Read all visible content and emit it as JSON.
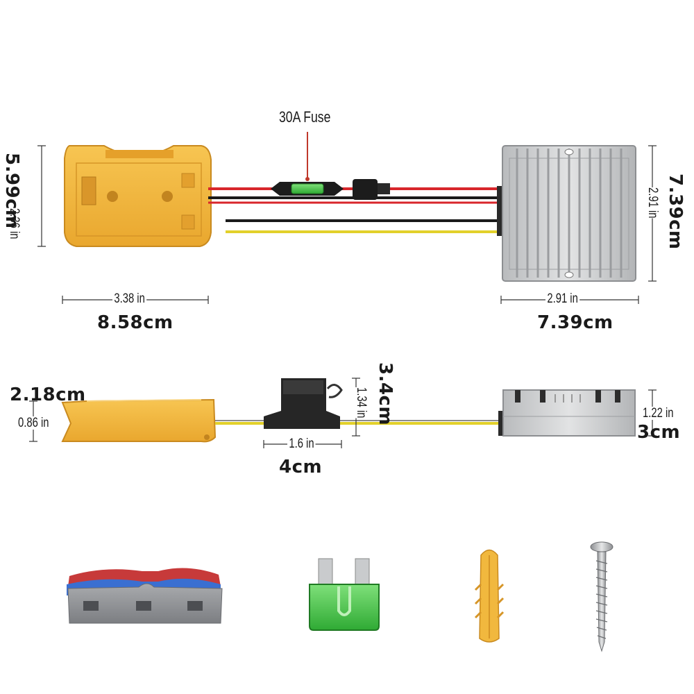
{
  "labels": {
    "fuse": "30A Fuse",
    "battery_height_in": "2.36 in",
    "battery_height_cm": "5.99cm",
    "battery_width_in": "3.38 in",
    "battery_width_cm": "8.58cm",
    "converter_height_in": "2.91 in",
    "converter_height_cm": "7.39cm",
    "converter_width_in": "2.91 in",
    "converter_width_cm": "7.39cm",
    "battery_side_cm": "2.18cm",
    "battery_side_in": "0.86 in",
    "fuseholder_height_in": "1.34 in",
    "fuseholder_height_cm": "3.4cm",
    "fuseholder_width_in": "1.6 in",
    "fuseholder_width_cm": "4cm",
    "converter_side_in": "1.22 in",
    "converter_side_cm": "3cm"
  },
  "colors": {
    "adapter_yellow": "#f2b43a",
    "wire_red": "#d8262b",
    "wire_black": "#1a1a1a",
    "wire_yellow": "#e2d02a",
    "fuse_green": "#4fcc4a",
    "aluminum": "#c9cbcd"
  },
  "icons": [
    "battery-adapter",
    "fuse-icon",
    "converter-icon",
    "wire-connector-icon",
    "blade-fuse-icon",
    "wall-anchor-icon",
    "screw-icon"
  ]
}
